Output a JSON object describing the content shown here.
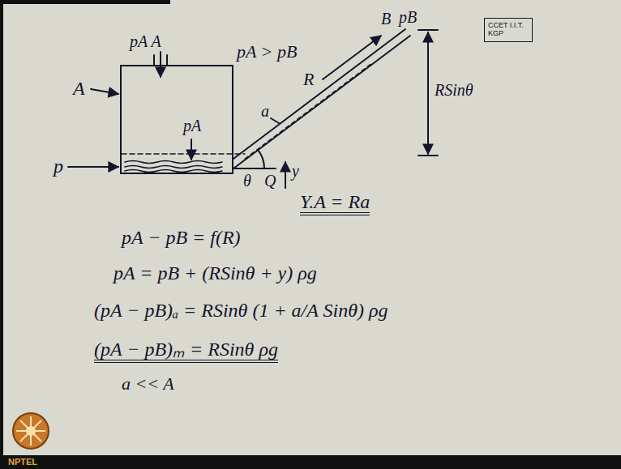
{
  "diagram": {
    "nodes": [
      {
        "text": [
          "CCET I.I.T. KGP"
        ]
      },
      {
        "text": [
          "pA"
        ]
      }
    ],
    "labels": [
      "pA A",
      "pA > pB",
      "B",
      "pB",
      "A",
      "R",
      "a",
      "RSinθ",
      "p",
      "θ",
      "Q",
      "y",
      "Y.A = Ra",
      "pA − pB = f(R)",
      "pA = pB + (RSinθ + y) ρg",
      "(pA − pB)ₐ = RSinθ (1 + a/A Sinθ) ρg",
      "(pA − pB)ₘ = RSinθ ρg",
      "a << A",
      "NPTEL"
    ]
  }
}
